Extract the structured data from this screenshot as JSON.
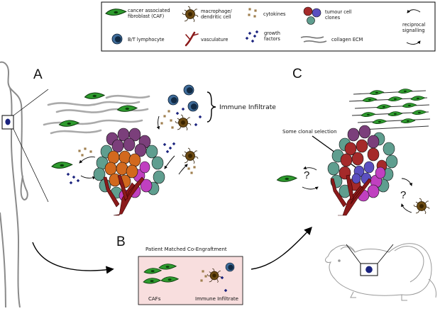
{
  "legend": {
    "caf_line1": "cancer associated",
    "caf_line2": "fibroblast (CAF)",
    "macrophage_line1": "macrophage/",
    "macrophage_line2": "dendritic cell",
    "cytokines": "cytokines",
    "tumour_line1": "tumour cell",
    "tumour_line2": "clones",
    "reciprocal_line1": "reciprocal",
    "reciprocal_line2": "signalling",
    "lymphocyte": "B/T lymphocyte",
    "vasculature": "vasculature",
    "growth_line1": "growth",
    "growth_line2": "factors",
    "collagen": "collagen ECM"
  },
  "panels": {
    "a": "A",
    "b": "B",
    "c": "C"
  },
  "labels": {
    "immune_infiltrate": "Immune Infiltrate",
    "clonal_selection": "Some clonal selection",
    "question": "?",
    "co_engraftment": "Patient Matched Co-Engraftment",
    "cafs": "CAFs",
    "immune_infiltrate_b": "Immune Infiltrate"
  },
  "colors": {
    "caf": "#2e9b2e",
    "lymphocyte": "#1f4e79",
    "macrophage": "#6b4a12",
    "cytokine": "#a08050",
    "growth_factor": "#1a237e",
    "vessel": "#8b1a1a",
    "tumour_orange": "#d2691e",
    "tumour_red": "#a52a2a",
    "tumour_purple": "#7b3f7b",
    "tumour_magenta": "#c040c0",
    "tumour_teal": "#5f9e8f",
    "tumour_blue": "#5a4fc0",
    "panel_b_bg": "#f8dede"
  }
}
